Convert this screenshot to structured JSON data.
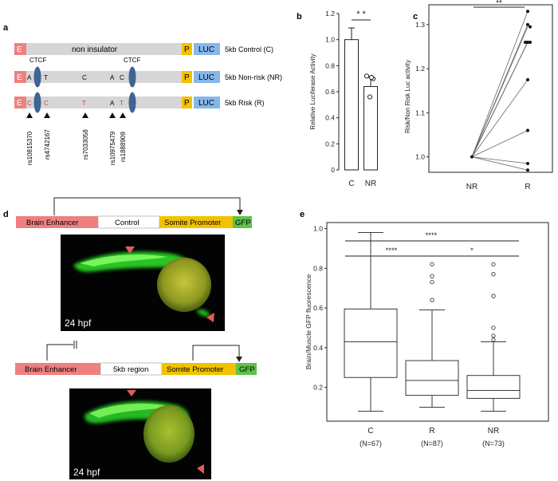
{
  "panels": {
    "a": "a",
    "b": "b",
    "c": "c",
    "d": "d",
    "e": "e"
  },
  "constructs": [
    {
      "label": "5kb Control (C)",
      "middle": "non insulator",
      "alleles": [],
      "ctcf": false
    },
    {
      "label": "5kb Non-risk (NR)",
      "middle": "",
      "alleles": [
        "A",
        "T",
        "C",
        "A",
        "C"
      ],
      "ctcf": true
    },
    {
      "label": "5kb Risk (R)",
      "middle": "",
      "alleles": [
        "C",
        "C",
        "T",
        "A",
        "T"
      ],
      "ctcf": true
    }
  ],
  "box_labels": {
    "e": "E",
    "p": "P",
    "luc": "LUC",
    "ctcf": "CTCF"
  },
  "snps": [
    "rs10815370",
    "rs4742167",
    "rs7033058",
    "rs10975479",
    "rs1888909"
  ],
  "colors": {
    "enhancer": "#f08080",
    "promoter": "#f2c200",
    "luc": "#86b7ec",
    "body": "#d6d6d6",
    "ctcf": "#3f6396",
    "risk_allele": "#e23b3b",
    "gfp": "#5fc24a",
    "arrow": "#e25c5c"
  },
  "chart_data": [
    {
      "type": "bar",
      "panel": "b",
      "categories": [
        "C",
        "NR"
      ],
      "values": [
        1.0,
        0.64
      ],
      "errors": [
        0.09,
        0.07
      ],
      "points": {
        "NR": [
          0.72,
          0.7,
          0.71,
          0.56
        ]
      },
      "ylabel": "Relative Luciferase Activity",
      "ylim": [
        0,
        1.2
      ],
      "yticks": [
        "0",
        "0.2",
        "0.4",
        "0.6",
        "0.8",
        "1.0",
        "1.2"
      ],
      "significance": "* *"
    },
    {
      "type": "line",
      "panel": "c",
      "categories": [
        "NR",
        "R"
      ],
      "start": 1.0,
      "end_values": [
        1.33,
        1.3,
        1.295,
        1.26,
        1.26,
        1.26,
        1.175,
        1.06,
        0.985,
        0.97
      ],
      "ylabel": "Risk/Non Risk Luc activity",
      "ylim": [
        0.965,
        1.345
      ],
      "yticks": [
        "1.0",
        "1.1",
        "1.2",
        "1.3"
      ],
      "significance": "**"
    },
    {
      "type": "box",
      "panel": "e",
      "categories": [
        "C",
        "R",
        "NR"
      ],
      "counts": [
        "(N=67)",
        "(N=87)",
        "(N=73)"
      ],
      "boxes": [
        {
          "name": "C",
          "whisker_low": 0.08,
          "q1": 0.25,
          "median": 0.43,
          "q3": 0.595,
          "whisker_high": 0.98,
          "outliers": []
        },
        {
          "name": "R",
          "whisker_low": 0.1,
          "q1": 0.16,
          "median": 0.235,
          "q3": 0.335,
          "whisker_high": 0.59,
          "outliers": [
            0.64,
            0.73,
            0.76,
            0.82
          ]
        },
        {
          "name": "NR",
          "whisker_low": 0.08,
          "q1": 0.145,
          "median": 0.185,
          "q3": 0.26,
          "whisker_high": 0.43,
          "outliers": [
            0.44,
            0.46,
            0.5,
            0.66,
            0.77,
            0.82
          ]
        }
      ],
      "ylabel": "Brain/Muscle GFP fluorescence",
      "ylim": [
        0.03,
        1.03
      ],
      "yticks": [
        "0.2",
        "0.4",
        "0.6",
        "0.8",
        "1.0"
      ],
      "significance": [
        {
          "pair": [
            "C",
            "NR"
          ],
          "label": "****"
        },
        {
          "pair": [
            "C",
            "R"
          ],
          "label": "****"
        },
        {
          "pair": [
            "R",
            "NR"
          ],
          "label": "*"
        }
      ]
    }
  ],
  "zebrafish": {
    "top": {
      "segments": [
        "Brain Enhancer",
        "Control",
        "Somite Promoter",
        "GFP"
      ],
      "stage": "24 hpf"
    },
    "bottom": {
      "segments": [
        "Brain Enhancer",
        "5kb region",
        "Somite Promoter",
        "GFP"
      ],
      "stage": "24 hpf"
    }
  }
}
